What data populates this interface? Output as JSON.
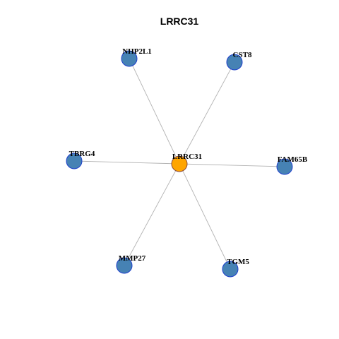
{
  "title": "LRRC31",
  "colors": {
    "hub_fill": "#FFA500",
    "hub_stroke": "#8B4A3A",
    "node_fill": "#4682B4",
    "node_stroke": "#1E3FCC",
    "edge": "#B3B3B3"
  },
  "graph": {
    "hub": "LRRC31",
    "nodes": [
      {
        "id": "LRRC31",
        "label": "LRRC31",
        "role": "hub"
      },
      {
        "id": "NHP2L1",
        "label": "NHP2L1",
        "role": "neighbor"
      },
      {
        "id": "CST8",
        "label": "CST8",
        "role": "neighbor"
      },
      {
        "id": "TBRG4",
        "label": "TBRG4",
        "role": "neighbor"
      },
      {
        "id": "FAM65B",
        "label": "FAM65B",
        "role": "neighbor"
      },
      {
        "id": "MMP27",
        "label": "MMP27",
        "role": "neighbor"
      },
      {
        "id": "TGM5",
        "label": "TGM5",
        "role": "neighbor"
      }
    ],
    "edges": [
      {
        "source": "LRRC31",
        "target": "NHP2L1"
      },
      {
        "source": "LRRC31",
        "target": "CST8"
      },
      {
        "source": "LRRC31",
        "target": "TBRG4"
      },
      {
        "source": "LRRC31",
        "target": "FAM65B"
      },
      {
        "source": "LRRC31",
        "target": "MMP27"
      },
      {
        "source": "LRRC31",
        "target": "TGM5"
      }
    ]
  }
}
